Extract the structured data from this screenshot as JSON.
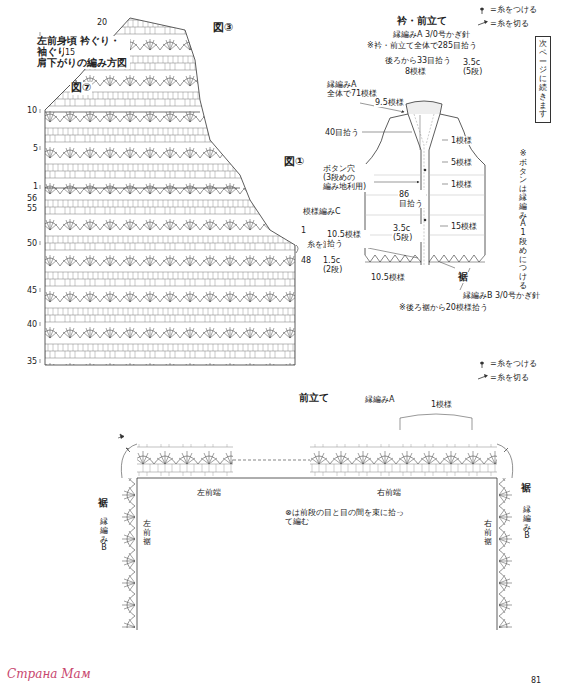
{
  "diagram": {
    "nodes": [
      {
        "text": [
          "次ページに続きます"
        ]
      }
    ],
    "labels": [
      "左前身頃 衿ぐり・袖ぐり 肩下がりの編み方図",
      "図③",
      "図⑦",
      "図①",
      "20",
      "15",
      "10",
      "5",
      "1",
      "56",
      "55",
      "50",
      "45",
      "40",
      "35",
      "48",
      "1",
      "模様編みC",
      "糸を渡す",
      "衿・前立て",
      "縁編みA 3/0号かぎ針",
      "※衿・前立て全体で285目拾う",
      "後ろから33目拾う",
      "8模様",
      "3.5c (5段)",
      "縁編みA 全体で71模様",
      "9.5模様",
      "40目拾う",
      "1模様",
      "5模様",
      "1模様",
      "ボタン穴 (3段めの 編み地利用)",
      "86 目拾う",
      "15模様",
      "3.5c (5段)",
      "10.5模様 拾う",
      "1.5c (2段)",
      "10.5模様",
      "裾",
      "縁編みB 3/0号かぎ針",
      "※後ろ裾から20模様拾う",
      "※ボタンは縁編みA1段めにつける",
      "前立て",
      "縁編みA",
      "1模様",
      "左前端",
      "右前端",
      "⊗は前段の目と目の間を束に拾って編む",
      "裾",
      "縁編みB",
      "左前裾",
      "裾",
      "縁編みB",
      "右前裾",
      "81",
      "Страна Мам"
    ],
    "legend": [
      {
        "text": "=糸をつける"
      },
      {
        "text": "=糸を切る"
      },
      {
        "text": "=糸をつける"
      },
      {
        "text": "=糸を切る"
      }
    ]
  }
}
